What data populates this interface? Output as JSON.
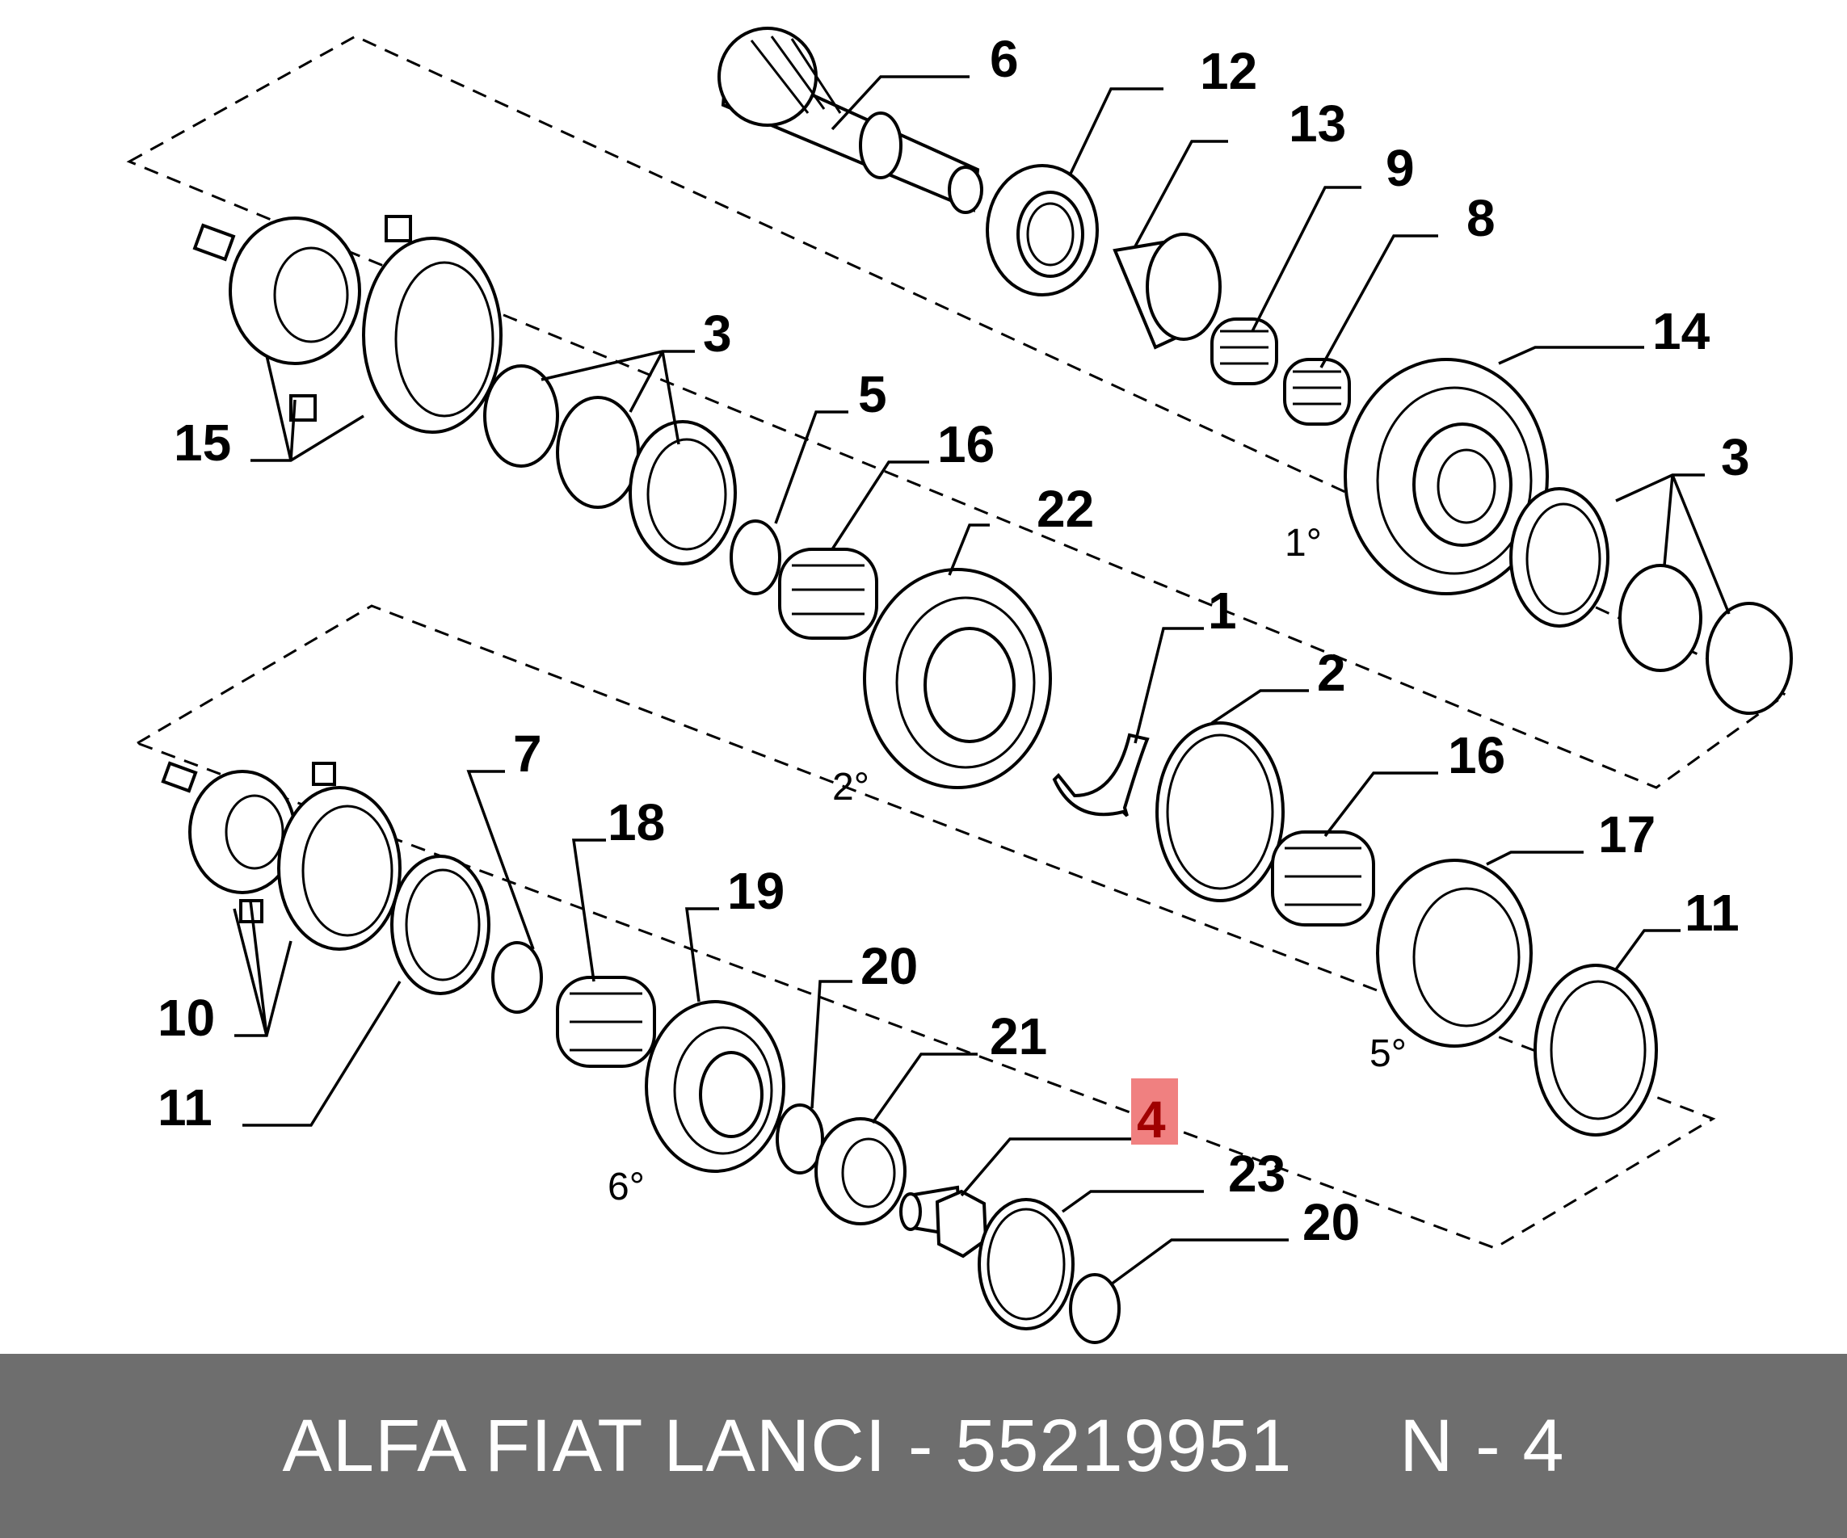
{
  "labels": {
    "l6": "6",
    "l12": "12",
    "l13": "13",
    "l9": "9",
    "l8": "8",
    "l3a": "3",
    "l15": "15",
    "l5": "5",
    "l16a": "16",
    "l22": "22",
    "l14": "14",
    "l3b": "3",
    "l1": "1",
    "l2": "2",
    "l16b": "16",
    "l17": "17",
    "l7": "7",
    "l18": "18",
    "l19": "19",
    "l20a": "20",
    "l21": "21",
    "l4": "4",
    "l23": "23",
    "l20b": "20",
    "l10": "10",
    "l11a": "11",
    "l11b": "11"
  },
  "gears": {
    "g1": "1°",
    "g2": "2°",
    "g5": "5°",
    "g6": "6°"
  },
  "highlight": {
    "part": "4",
    "color": "#f08080",
    "text_color": "#a00000"
  },
  "footer": {
    "text": "ALFA FIAT LANCI - 55219951     N - 4"
  }
}
